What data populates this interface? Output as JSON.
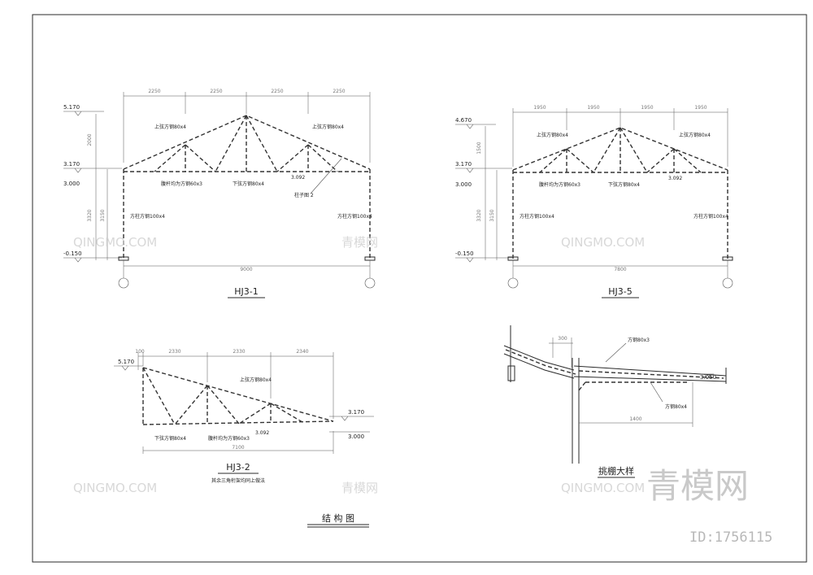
{
  "sheet_title": "结 构 图",
  "watermark": {
    "text": "QINGMO.COM",
    "cn": "青模网",
    "brand": "青模网",
    "id": "ID:1756115"
  },
  "hj31": {
    "title": "HJ3-1",
    "dims_top": [
      "2250",
      "2250",
      "2250",
      "2250"
    ],
    "dim_span": "9000",
    "dims_left": [
      "2000",
      "3320",
      "3150"
    ],
    "elev_top": "5.170",
    "elev_mid": "3.170",
    "elev_mid2": "3.000",
    "elev_bot": "-0.150",
    "elev_chord": "3.092",
    "lbl_top_left": "上弦方钢80x4",
    "lbl_top_right": "上弦方钢80x4",
    "lbl_web": "腹杆均为方钢60x3",
    "lbl_bottom": "下弦方钢80x4",
    "lbl_col_left": "方柱方钢100x4",
    "lbl_col_right": "方柱方钢100x4",
    "lbl_note": "柱子图 2"
  },
  "hj35": {
    "title": "HJ3-5",
    "dims_top": [
      "1950",
      "1950",
      "1950",
      "1950"
    ],
    "dim_span": "7800",
    "dims_left": [
      "1500",
      "3320",
      "3150"
    ],
    "elev_top": "4.670",
    "elev_mid": "3.170",
    "elev_mid2": "3.000",
    "elev_bot": "-0.150",
    "elev_chord": "3.092",
    "lbl_top_left": "上弦方钢80x4",
    "lbl_top_right": "上弦方钢80x4",
    "lbl_web": "腹杆均为方钢60x3",
    "lbl_bottom": "下弦方钢80x4",
    "lbl_col_left": "方柱方钢100x4",
    "lbl_col_right": "方柱方钢100x4"
  },
  "hj32": {
    "title": "HJ3-2",
    "subtitle": "其余三角桁架均同上做法",
    "dims_top": [
      "100",
      "2330",
      "2330",
      "2340"
    ],
    "dim_span": "7100",
    "elev_top": "5.170",
    "elev_right": "3.170",
    "elev_right2": "3.000",
    "elev_chord": "3.092",
    "lbl_top": "上弦方钢80x4",
    "lbl_bottom": "下弦方钢80x4",
    "lbl_web": "腹杆均为方钢60x3"
  },
  "canopy": {
    "title": "挑棚大样",
    "dim_top": "300",
    "dim_bottom": "1400",
    "lbl_top": "方钢80x3",
    "lbl_bottom": "方钢80x4",
    "elev": "3.050"
  }
}
